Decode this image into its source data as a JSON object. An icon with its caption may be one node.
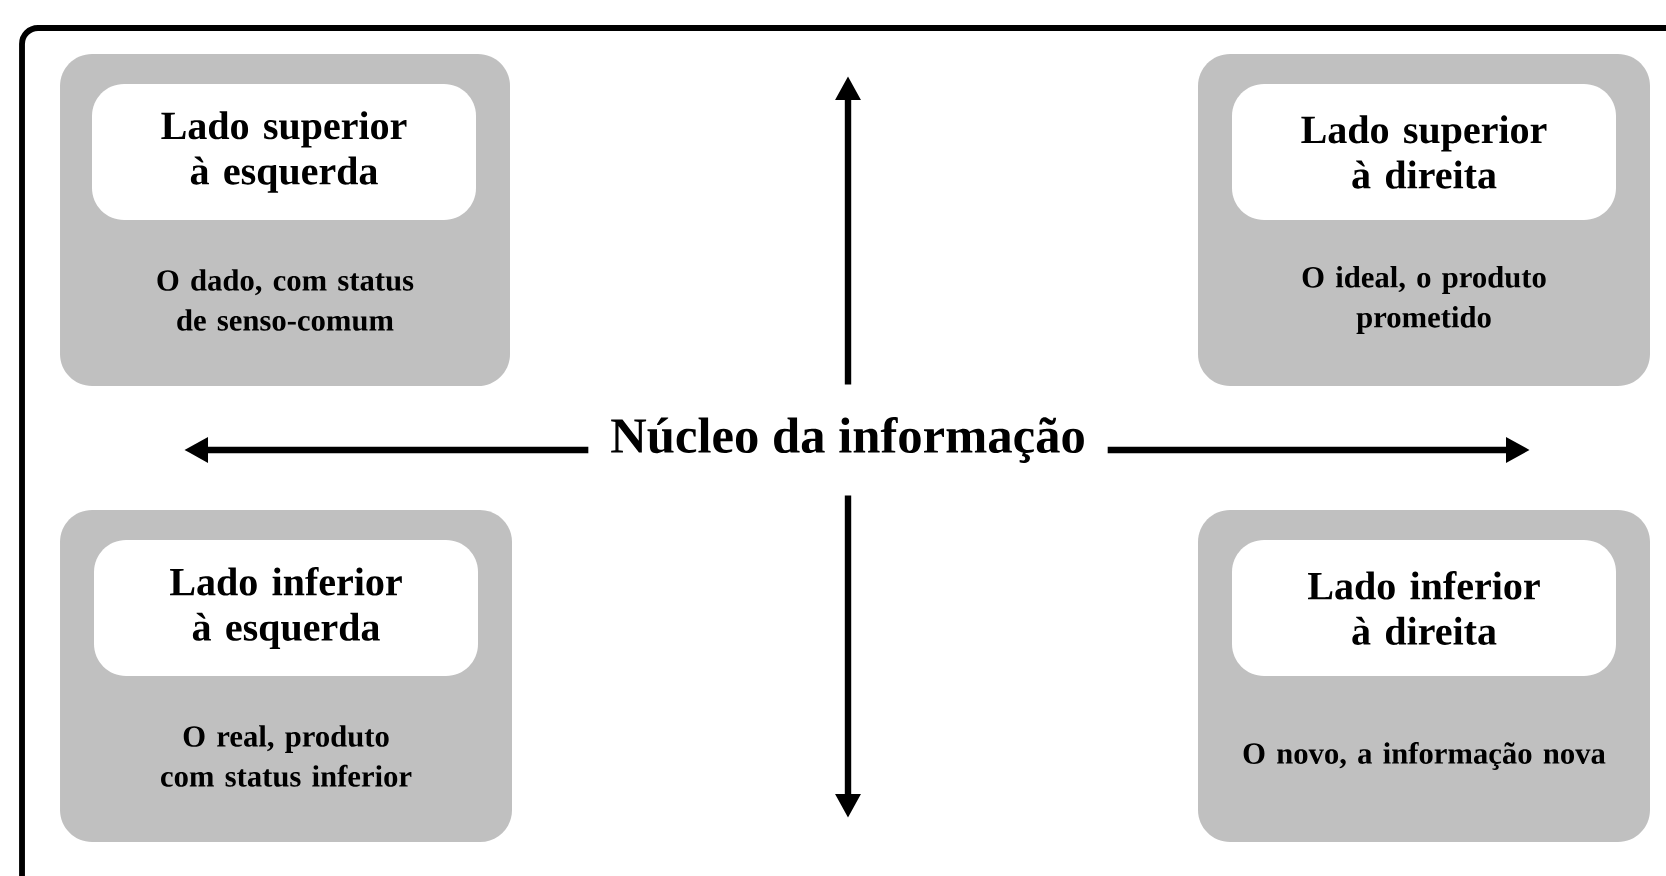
{
  "diagram": {
    "nodes": [
      {
        "text": [
          "O dado, com status de senso-comum"
        ]
      },
      {
        "text": [
          "Lado superior à esquerda"
        ],
        "in": 0
      },
      {
        "text": [
          "O ideal, o produto prometido"
        ]
      },
      {
        "text": [
          "Lado superior à direita"
        ],
        "in": 2
      },
      {
        "text": [
          "O real, produto com status inferior"
        ]
      },
      {
        "text": [
          "Lado inferior à esquerda"
        ],
        "in": 4
      },
      {
        "text": [
          "O novo, a informação nova"
        ]
      },
      {
        "text": [
          "Lado inferior à direita"
        ],
        "in": 6
      },
      {
        "text": [
          "Núcleo da informação"
        ]
      }
    ],
    "edges": [
      {
        "from": 8,
        "to": null,
        "arrow": "to"
      },
      {
        "from": 8,
        "to": null,
        "arrow": "to"
      },
      {
        "from": 8,
        "to": null,
        "arrow": "to"
      },
      {
        "from": 8,
        "to": null,
        "arrow": "to"
      }
    ]
  }
}
